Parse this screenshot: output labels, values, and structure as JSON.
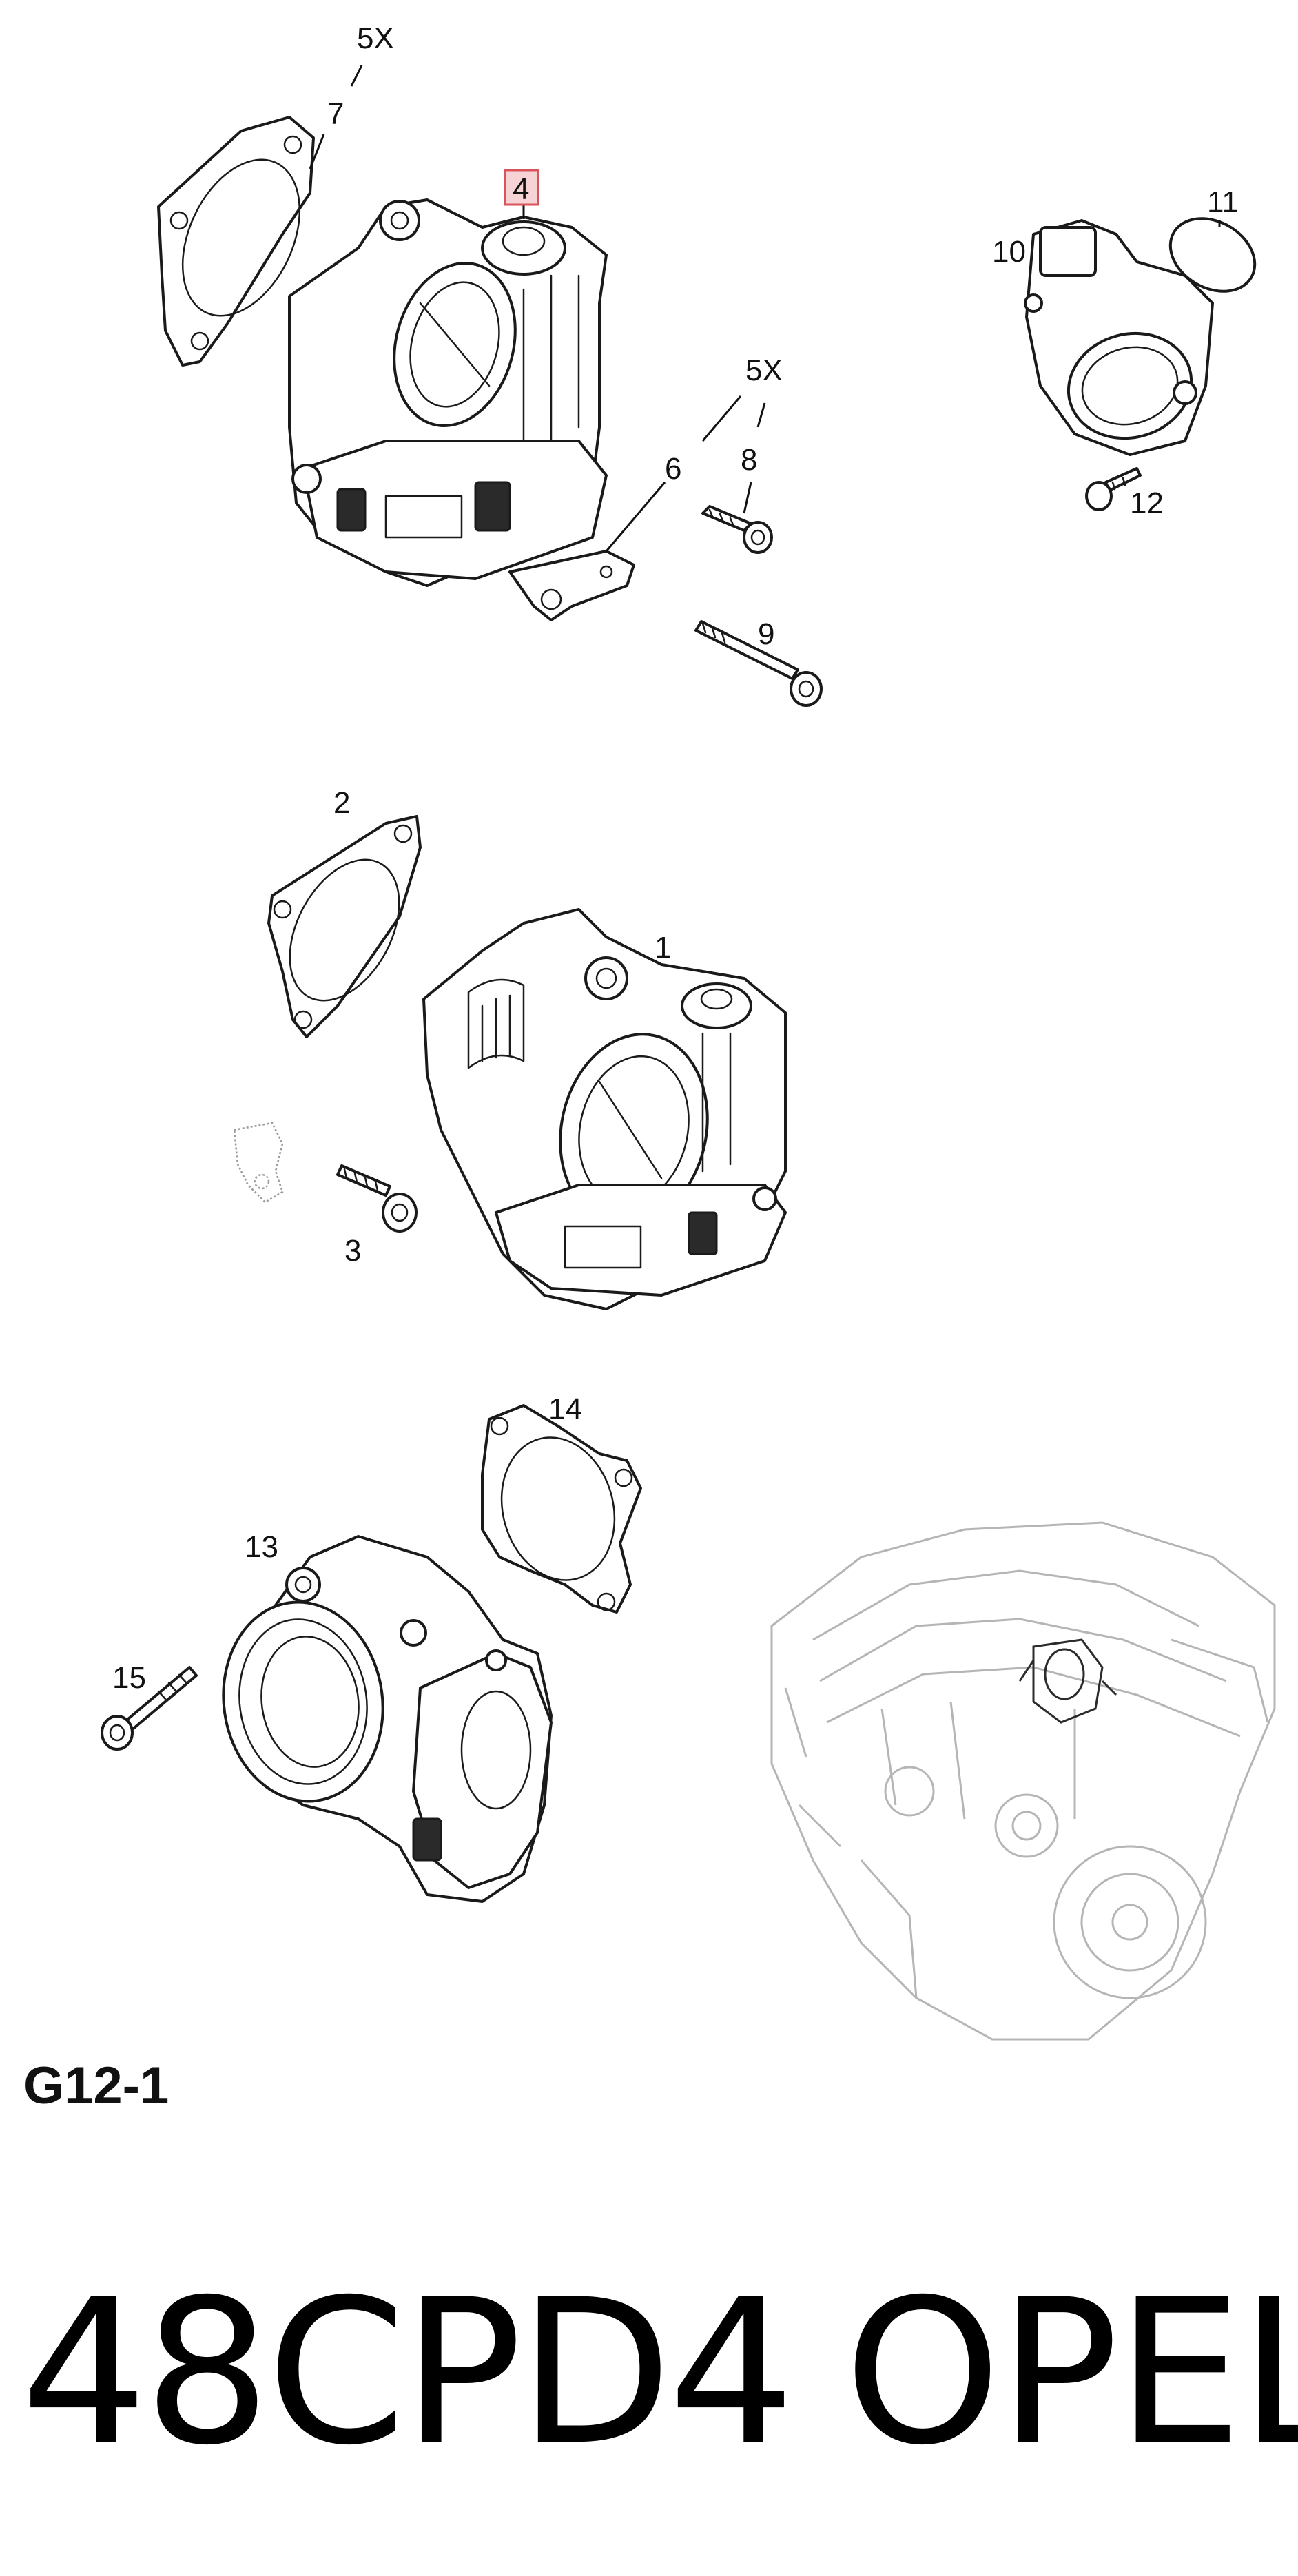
{
  "callouts": {
    "c1": "1",
    "c2": "2",
    "c3": "3",
    "c4": "4",
    "c5x_a": "5X",
    "c5x_b": "5X",
    "c6": "6",
    "c7": "7",
    "c8": "8",
    "c9": "9",
    "c10": "10",
    "c11": "11",
    "c12": "12",
    "c13": "13",
    "c14": "14",
    "c15": "15"
  },
  "highlighted_callout": "4",
  "highlight_color": "#d9535b",
  "section_code": "G12-1",
  "footer": {
    "code": "48CPD4",
    "brand": "OPEL"
  }
}
